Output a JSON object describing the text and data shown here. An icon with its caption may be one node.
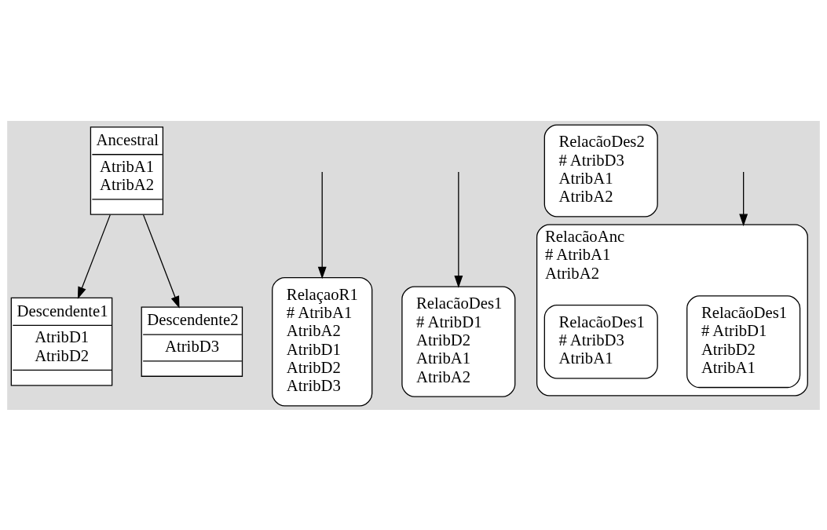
{
  "diagram": {
    "nodes": [
      {
        "text": [
          "Ancestral",
          "AtribA1",
          "AtribA2"
        ]
      },
      {
        "text": [
          "Descendente1",
          "AtribD1",
          "AtribD2"
        ]
      },
      {
        "text": [
          "Descendente2",
          "AtribD3"
        ]
      },
      {
        "text": [
          "RelaçaoR1",
          "# AtribA1",
          "AtribA2",
          "AtribD1",
          "AtribD2",
          "AtribD3"
        ]
      },
      {
        "text": [
          "RelacãoDes1",
          "# AtribD1",
          "AtribD2",
          "AtribA1",
          "AtribA2"
        ]
      },
      {
        "text": [
          "RelacãoDes2",
          "# AtribD3",
          "AtribA1",
          "AtribA2"
        ]
      },
      {
        "text": [
          "RelacãoAnc",
          "# AtribA1",
          "AtribA2"
        ]
      },
      {
        "text": [
          "RelacãoDes1",
          "# AtribD1",
          "AtribD2",
          "AtribA1"
        ],
        "in": 6
      },
      {
        "text": [
          "RelacãoDes1",
          "# AtribD3",
          "AtribA1"
        ],
        "in": 6
      }
    ],
    "edges": [
      {
        "from": 0,
        "to": 1,
        "arrow": "to"
      },
      {
        "from": 0,
        "to": 2,
        "arrow": "to"
      },
      {
        "from": null,
        "to": 3,
        "arrow": "to"
      },
      {
        "from": null,
        "to": 4,
        "arrow": "to"
      },
      {
        "from": null,
        "to": 6,
        "arrow": "to"
      }
    ]
  }
}
